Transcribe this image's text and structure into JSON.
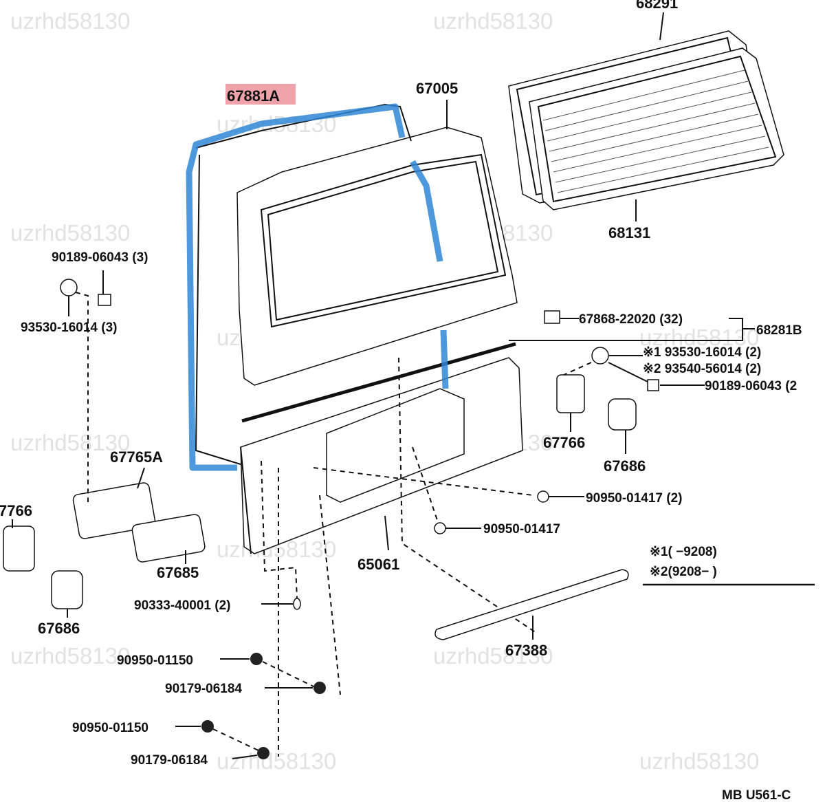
{
  "watermark": "uzrhd58130",
  "diagram_code": "MB U561-C",
  "highlight_color": "#e87a86",
  "seal_color": "#2f86d6",
  "parts": {
    "p68291": "68291",
    "p67881A": "67881A",
    "p67005": "67005",
    "p68131": "68131",
    "p90189_3": "90189-06043 (3)",
    "p93530_3": "93530-16014 (3)",
    "p67868": "67868-22020 (32)",
    "p68281B": "68281B",
    "p93530_2": "※1 93530-16014 (2)",
    "p93540_2": "※2 93540-56014 (2)",
    "p90189_2": "90189-06043 (2",
    "p67766a": "67766",
    "p67686a": "67686",
    "p67765A": "67765A",
    "p67766b": "7766",
    "p90950_01417_2": "90950-01417 (2)",
    "p90950_01417": "90950-01417",
    "p67685": "67685",
    "p65061": "65061",
    "p90333": "90333-40001 (2)",
    "p67686b": "67686",
    "p67388": "67388",
    "p90950_01150a": "90950-01150",
    "p90179_a": "90179-06184",
    "p90950_01150b": "90950-01150",
    "p90179_b": "90179-06184"
  },
  "legend": {
    "row1": "※1(    −9208)",
    "row2": "※2(9208−      )"
  }
}
